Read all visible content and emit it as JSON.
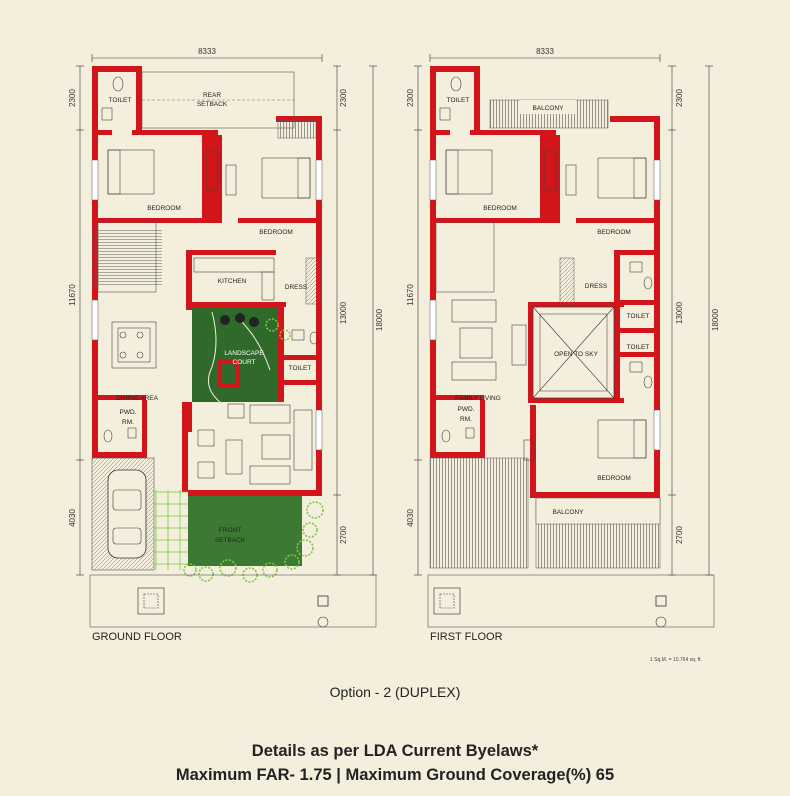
{
  "plans": [
    {
      "name": "GROUND FLOOR",
      "dims": {
        "width": "8333",
        "top_left": "2300",
        "top_right": "2300",
        "mid_left": "11670",
        "mid_right": "13000",
        "overall": "18000",
        "bottom_left": "4030",
        "bottom_right": "2700"
      },
      "rooms": [
        "TOILET",
        "REAR",
        "SETBACK",
        "BEDROOM",
        "BEDROOM",
        "KITCHEN",
        "DRESS",
        "LANDSCAPE",
        "COURT",
        "TOILET",
        "DINING AREA",
        "PWD.",
        "RM.",
        "FRONT",
        "SETBACK"
      ]
    },
    {
      "name": "FIRST FLOOR",
      "dims": {
        "width": "8333",
        "top_left": "2300",
        "top_right": "2300",
        "mid_left": "11670",
        "mid_right": "13000",
        "overall": "18000",
        "bottom_left": "4030",
        "bottom_right": "2700"
      },
      "rooms": [
        "TOILET",
        "BALCONY",
        "BEDROOM",
        "BEDROOM",
        "DRESS",
        "TOILET",
        "OPEN TO SKY",
        "TOILET",
        "FAMILY LIVING",
        "PWD.",
        "RM.",
        "BEDROOM",
        "BALCONY"
      ]
    }
  ],
  "conversion_note": "1 Sq.M. = 10.764 sq. ft.",
  "option_title": "Option - 2 (DUPLEX)",
  "details_line": "Details as per LDA Current Byelaws*",
  "far_line": "Maximum FAR- 1.75 | Maximum Ground Coverage(%) 65",
  "colors": {
    "wall": "#d2151b",
    "landscape": "#2f6a2a",
    "lawn": "#3c7a33",
    "grass": "#7ac943",
    "background": "#f4efdc"
  }
}
